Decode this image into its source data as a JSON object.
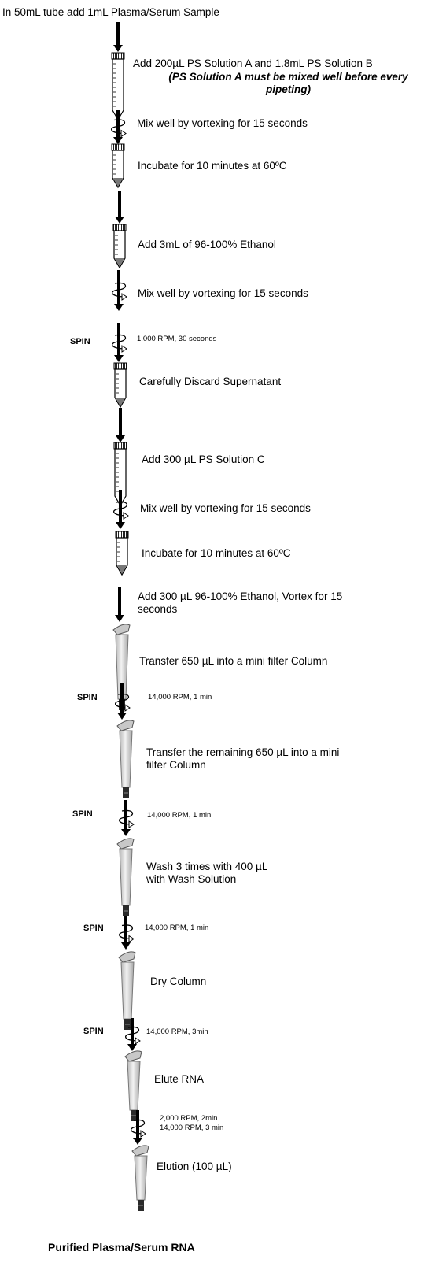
{
  "intro": "In 50mL tube add 1mL Plasma/Serum Sample",
  "steps": [
    "Add 200µL PS Solution A and 1.8mL PS Solution B",
    "Mix well by vortexing for 15 seconds",
    "Incubate for 10 minutes at 60ºC",
    "Add 3mL of 96-100% Ethanol",
    "Mix well by vortexing for 15 seconds",
    "1,000 RPM, 30 seconds",
    "Carefully Discard Supernatant",
    "Add 300 µL PS Solution C",
    "Mix well by vortexing for 15 seconds",
    "Incubate for 10 minutes at 60ºC",
    "Add 300 µL 96-100% Ethanol, Vortex for 15",
    "seconds",
    "Transfer 650 µL into a mini filter Column",
    "14,000 RPM, 1 min",
    "Transfer the remaining 650 µL into a mini",
    "filter Column",
    "14,000 RPM, 1 min",
    "Wash 3 times with 400 µL",
    "with Wash Solution",
    "14,000 RPM, 1 min",
    "Dry Column",
    "14,000 RPM, 3min",
    "Elute RNA",
    "2,000 RPM, 2min",
    "14,000 RPM, 3 min",
    "Elution (100 µL)"
  ],
  "warning": "(PS Solution A must be mixed well before every pipeting)",
  "spin_label": "SPIN",
  "final": "Purified Plasma/Serum RNA"
}
